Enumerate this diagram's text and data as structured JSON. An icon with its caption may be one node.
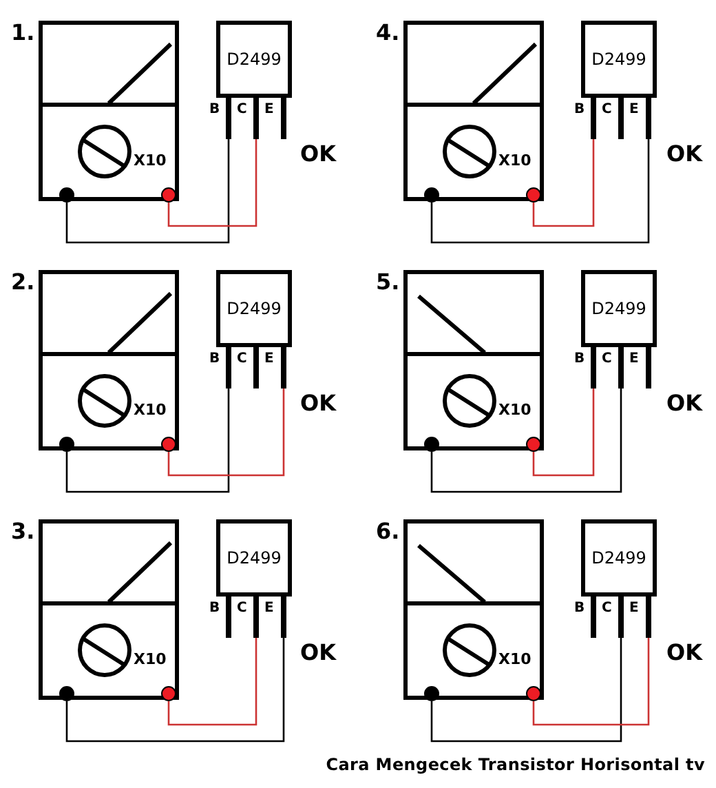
{
  "diagram": {
    "caption": "Cara Mengecek Transistor Horisontal tv",
    "nodes": [
      {
        "text": [
          "X10"
        ]
      },
      {
        "text": [],
        "shape": "circle",
        "in": 0
      },
      {
        "text": [],
        "shape": "circle",
        "in": 0
      },
      {
        "text": [
          "D2499"
        ]
      },
      {
        "text": [
          "B"
        ]
      },
      {
        "text": [
          "C"
        ]
      },
      {
        "text": [
          "E"
        ]
      },
      {
        "text": [
          "X10"
        ]
      },
      {
        "text": [],
        "shape": "circle",
        "in": 7
      },
      {
        "text": [],
        "shape": "circle",
        "in": 7
      },
      {
        "text": [
          "D2499"
        ]
      },
      {
        "text": [
          "B"
        ]
      },
      {
        "text": [
          "C"
        ]
      },
      {
        "text": [
          "E"
        ]
      },
      {
        "text": [
          "X10"
        ]
      },
      {
        "text": [],
        "shape": "circle",
        "in": 14
      },
      {
        "text": [],
        "shape": "circle",
        "in": 14
      },
      {
        "text": [
          "D2499"
        ]
      },
      {
        "text": [
          "B"
        ]
      },
      {
        "text": [
          "C"
        ]
      },
      {
        "text": [
          "E"
        ]
      },
      {
        "text": [
          "X10"
        ]
      },
      {
        "text": [],
        "shape": "circle",
        "in": 21
      },
      {
        "text": [],
        "shape": "circle",
        "in": 21
      },
      {
        "text": [
          "D2499"
        ]
      },
      {
        "text": [
          "B"
        ]
      },
      {
        "text": [
          "C"
        ]
      },
      {
        "text": [
          "E"
        ]
      },
      {
        "text": [
          "X10"
        ]
      },
      {
        "text": [],
        "shape": "circle",
        "in": 28
      },
      {
        "text": [],
        "shape": "circle",
        "in": 28
      },
      {
        "text": [
          "D2499"
        ]
      },
      {
        "text": [
          "B"
        ]
      },
      {
        "text": [
          "C"
        ]
      },
      {
        "text": [
          "E"
        ]
      },
      {
        "text": [
          "X10"
        ]
      },
      {
        "text": [],
        "shape": "circle",
        "in": 35
      },
      {
        "text": [],
        "shape": "circle",
        "in": 35
      },
      {
        "text": [
          "D2499"
        ]
      },
      {
        "text": [
          "B"
        ]
      },
      {
        "text": [
          "C"
        ]
      },
      {
        "text": [
          "E"
        ]
      }
    ],
    "edges": [
      {
        "from": 1,
        "to": 4,
        "arrow": "none",
        "color": "#000000"
      },
      {
        "from": 2,
        "to": 5,
        "arrow": "none",
        "color": "#cc3333"
      },
      {
        "from": 8,
        "to": 13,
        "arrow": "none",
        "color": "#000000"
      },
      {
        "from": 9,
        "to": 11,
        "arrow": "none",
        "color": "#cc3333"
      },
      {
        "from": 15,
        "to": 18,
        "arrow": "none",
        "color": "#000000"
      },
      {
        "from": 16,
        "to": 20,
        "arrow": "none",
        "color": "#cc3333"
      },
      {
        "from": 22,
        "to": 26,
        "arrow": "none",
        "color": "#000000"
      },
      {
        "from": 23,
        "to": 25,
        "arrow": "none",
        "color": "#cc3333"
      },
      {
        "from": 29,
        "to": 34,
        "arrow": "none",
        "color": "#000000"
      },
      {
        "from": 30,
        "to": 33,
        "arrow": "none",
        "color": "#cc3333"
      },
      {
        "from": 36,
        "to": 40,
        "arrow": "none",
        "color": "#000000"
      },
      {
        "from": 37,
        "to": 41,
        "arrow": "none",
        "color": "#cc3333"
      }
    ],
    "labels": [
      "1.",
      "4.",
      "OK",
      "OK",
      "2.",
      "5.",
      "OK",
      "OK",
      "3.",
      "6.",
      "OK",
      "OK"
    ]
  }
}
